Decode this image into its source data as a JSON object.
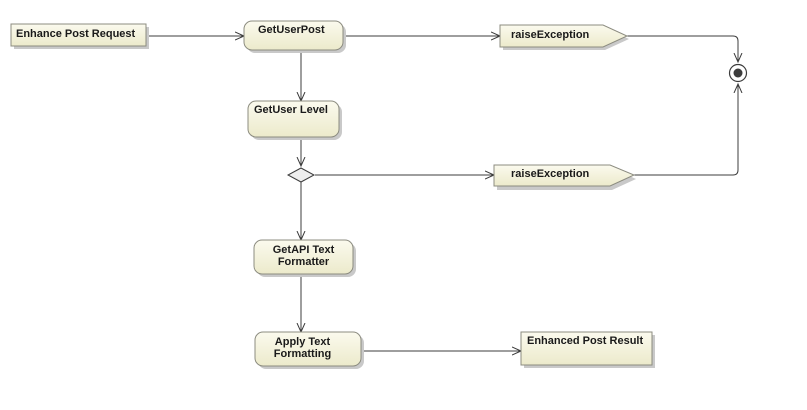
{
  "diagram": {
    "input_pin": "Enhance Post Request",
    "get_user_post": "GetUserPost",
    "get_user_level": "GetUser Level",
    "raise_exception_1": "raiseException",
    "raise_exception_2": "raiseException",
    "get_api_line1": "GetAPI Text",
    "get_api_line2": "Formatter",
    "apply_line1": "Apply Text",
    "apply_line2": "Formatting",
    "output_pin": "Enhanced Post Result"
  },
  "colors": {
    "node_fill": "#f4f2d9",
    "node_fill_light": "#fbfaee",
    "node_stroke": "#8c8c80",
    "shadow": "#c9c9c9",
    "edge": "#3c3c3c",
    "decision_fill": "#eeeeee"
  }
}
